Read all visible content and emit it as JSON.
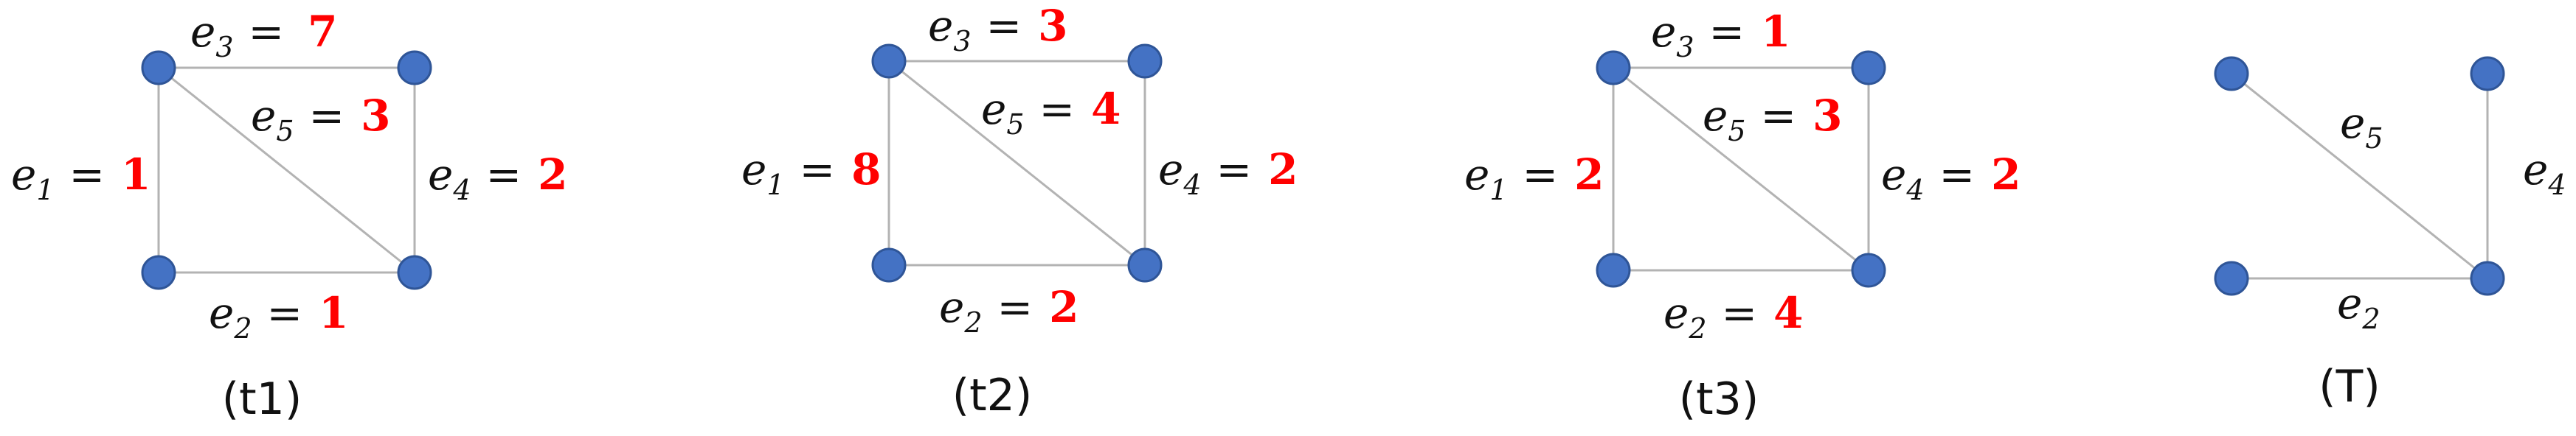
{
  "panels": [
    {
      "caption": "(t1)",
      "edges": [
        {
          "name": "e",
          "sub": "1",
          "weight": "1"
        },
        {
          "name": "e",
          "sub": "2",
          "weight": "1"
        },
        {
          "name": "e",
          "sub": "3",
          "weight": "7"
        },
        {
          "name": "e",
          "sub": "4",
          "weight": "2"
        },
        {
          "name": "e",
          "sub": "5",
          "weight": "3"
        }
      ]
    },
    {
      "caption": "(t2)",
      "edges": [
        {
          "name": "e",
          "sub": "1",
          "weight": "8"
        },
        {
          "name": "e",
          "sub": "2",
          "weight": "2"
        },
        {
          "name": "e",
          "sub": "3",
          "weight": "3"
        },
        {
          "name": "e",
          "sub": "4",
          "weight": "2"
        },
        {
          "name": "e",
          "sub": "5",
          "weight": "4"
        }
      ]
    },
    {
      "caption": "(t3)",
      "edges": [
        {
          "name": "e",
          "sub": "1",
          "weight": "2"
        },
        {
          "name": "e",
          "sub": "2",
          "weight": "4"
        },
        {
          "name": "e",
          "sub": "3",
          "weight": "1"
        },
        {
          "name": "e",
          "sub": "4",
          "weight": "2"
        },
        {
          "name": "e",
          "sub": "5",
          "weight": "3"
        }
      ]
    },
    {
      "caption": "(T)",
      "edges": [
        {
          "name": "e",
          "sub": "2"
        },
        {
          "name": "e",
          "sub": "4"
        },
        {
          "name": "e",
          "sub": "5"
        }
      ]
    }
  ],
  "equals_sign": "=",
  "colors": {
    "node_fill": "#4472c4",
    "edge": "#b3b3b3",
    "weight": "#ff0000"
  }
}
